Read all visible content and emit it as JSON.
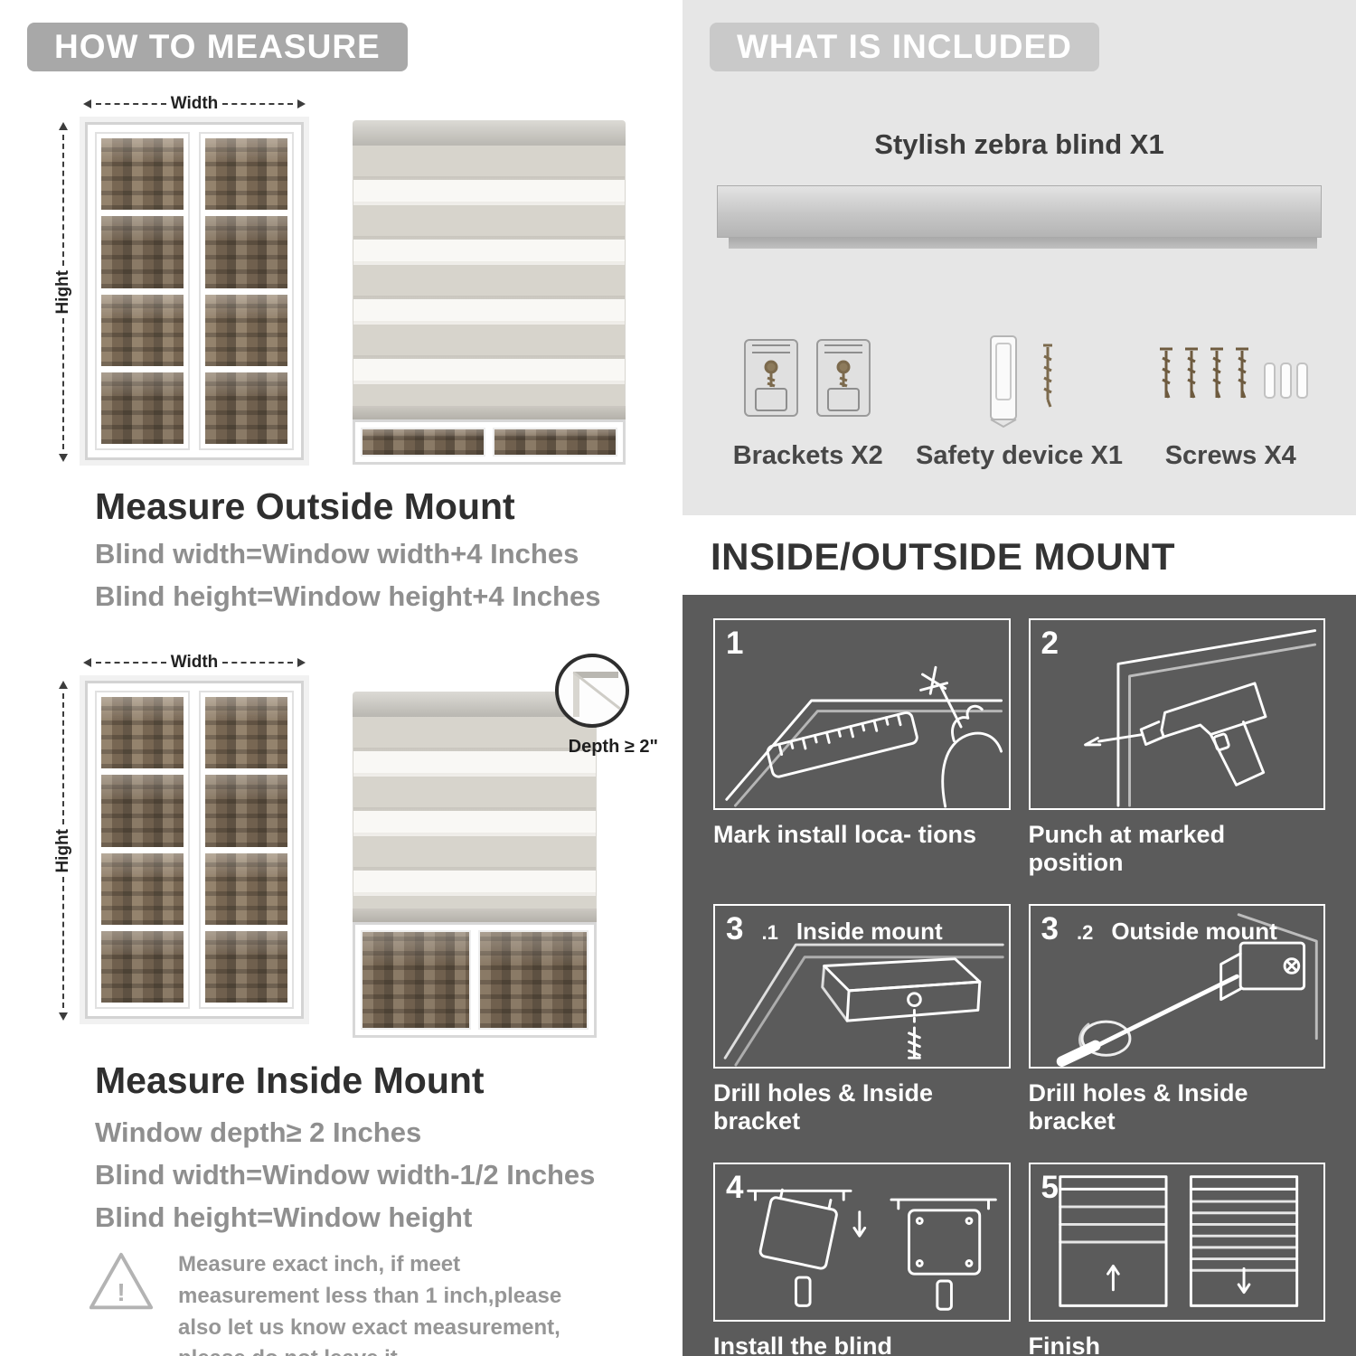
{
  "colors": {
    "banner_gray": "#a8a8a8",
    "included_banner_gray": "#c9c9c9",
    "included_bg": "#e6e6e6",
    "mount_bg": "#5b5b5b",
    "heading_text": "#2f2f2f",
    "body_text": "#8f8f8f"
  },
  "left": {
    "banner": "HOW TO MEASURE",
    "outside": {
      "width_label": "Width",
      "height_label": "Hight",
      "heading": "Measure Outside Mount",
      "line1": "Blind width=Window width+4 Inches",
      "line2": "Blind height=Window height+4 Inches"
    },
    "inside": {
      "width_label": "Width",
      "height_label": "Hight",
      "depth_label": "Depth ≥ 2\"",
      "heading": "Measure Inside Mount",
      "line1": "Window depth≥ 2 Inches",
      "line2": "Blind width=Window width-1/2 Inches",
      "line3": "Blind height=Window height"
    },
    "note": {
      "icon_glyph": "!",
      "text": "Measure exact inch, if meet measurement less than 1 inch,please also let us know exact measurement, please do not leave it"
    }
  },
  "right": {
    "included": {
      "banner": "WHAT IS INCLUDED",
      "blind_label": "Stylish zebra blind X1",
      "item_labels": [
        "Brackets X2",
        "Safety device X1",
        "Screws X4"
      ]
    },
    "mount": {
      "title": "INSIDE/OUTSIDE MOUNT",
      "steps": [
        {
          "num": "1",
          "sub": "",
          "label": "",
          "caption": "Mark install loca- tions"
        },
        {
          "num": "2",
          "sub": "",
          "label": "",
          "caption": "Punch at  marked position"
        },
        {
          "num": "3",
          "sub": ".1",
          "label": "Inside mount",
          "caption": "Drill holes &  Inside bracket"
        },
        {
          "num": "3",
          "sub": ".2",
          "label": "Outside mount",
          "caption": "Drill holes &  Inside bracket"
        },
        {
          "num": "4",
          "sub": "",
          "label": "",
          "caption": "Install the blind"
        },
        {
          "num": "5",
          "sub": "",
          "label": "",
          "caption": "Finish"
        }
      ]
    }
  }
}
